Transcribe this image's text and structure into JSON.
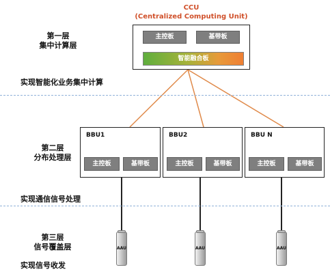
{
  "ccu": {
    "title": "CCU",
    "subtitle": "(Centralized Computing Unit)",
    "main_board": "主控板",
    "baseband_board": "基带板",
    "fusion_board": "智能融合板"
  },
  "layers": {
    "layer1": "第一层\n集中计算层",
    "layer2": "第二层\n分布处理层",
    "layer3": "第三层\n信号覆盖层"
  },
  "captions": {
    "c1": "实现智能化业务集中计算",
    "c2": "实现通信信号处理",
    "c3": "实现信号收发"
  },
  "bbus": [
    {
      "name": "BBU1",
      "main_board": "主控板",
      "baseband_board": "基带板"
    },
    {
      "name": "BBU2",
      "main_board": "主控板",
      "baseband_board": "基带板"
    },
    {
      "name": "BBU N",
      "main_board": "主控板",
      "baseband_board": "基带板"
    }
  ],
  "aaus": [
    {
      "label": "AAU"
    },
    {
      "label": "AAU"
    },
    {
      "label": "AAU"
    }
  ],
  "colors": {
    "ccu_title": "#d0502a",
    "link_line": "#e08a4a",
    "dashed_divider": "#8fb0d8",
    "board_gray": "#7f7f7f"
  }
}
